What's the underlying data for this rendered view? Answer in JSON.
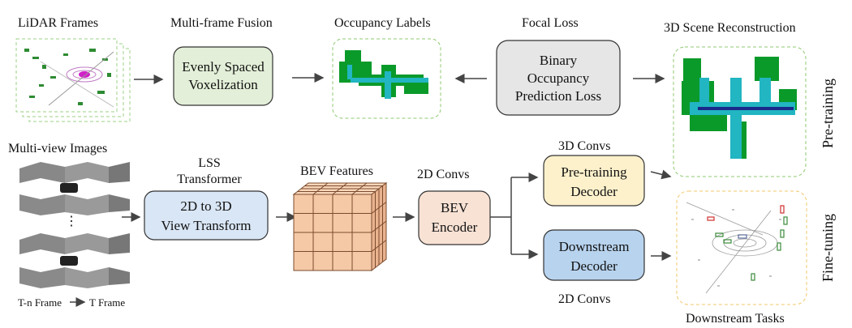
{
  "labels": {
    "lidar_frames": "LiDAR Frames",
    "multi_frame_fusion": "Multi-frame Fusion",
    "occupancy_labels": "Occupancy Labels",
    "focal_loss": "Focal Loss",
    "scene_reconstruction": "3D Scene Reconstruction",
    "multi_view_images": "Multi-view Images",
    "lss_line1": "LSS",
    "lss_line2": "Transformer",
    "bev_features": "BEV Features",
    "conv2d_top": "2D Convs",
    "conv3d": "3D Convs",
    "conv2d_bottom": "2D Convs",
    "downstream_tasks": "Downstream Tasks",
    "pretraining_side": "Pre-training",
    "finetuning_side": "Fine-tuning",
    "frame_from": "T-n Frame",
    "frame_to": "T Frame",
    "ellipsis": "⋮"
  },
  "boxes": {
    "voxelization": {
      "line1": "Evenly Spaced",
      "line2": "Voxelization",
      "color": "#e3efd8"
    },
    "occupancy_loss": {
      "line1": "Binary",
      "line2": "Occupancy",
      "line3": "Prediction Loss",
      "color": "#e6e6e6"
    },
    "view_transform": {
      "line1": "2D to 3D",
      "line2": "View Transform",
      "color": "#d9e6f5"
    },
    "bev_encoder": {
      "line1": "BEV",
      "line2": "Encoder",
      "color": "#f8e2d4"
    },
    "pretraining_decoder": {
      "line1": "Pre-training",
      "line2": "Decoder",
      "color": "#fdf1cc"
    },
    "downstream_decoder": {
      "line1": "Downstream",
      "line2": "Decoder",
      "color": "#b8d3ee"
    }
  },
  "colors": {
    "green_dash": "#8fc970",
    "yellow_dash": "#f2c86b",
    "cube_face": "#f6c9a6",
    "cube_line": "#7a4b2e",
    "arrow": "#444444"
  }
}
